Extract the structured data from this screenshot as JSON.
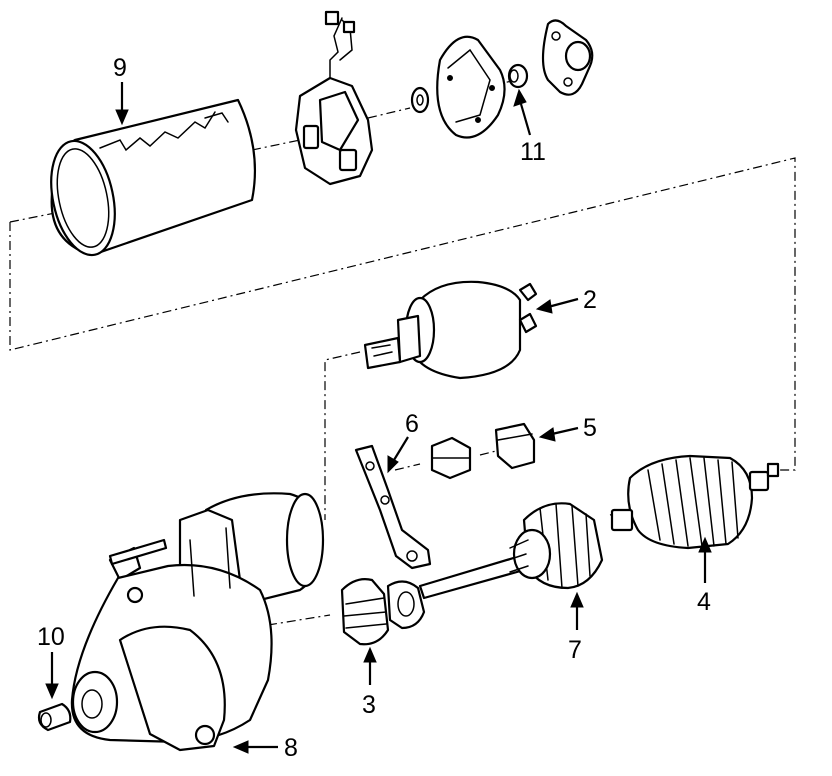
{
  "callouts": [
    {
      "id": "9",
      "label": "9"
    },
    {
      "id": "11",
      "label": "11"
    },
    {
      "id": "2",
      "label": "2"
    },
    {
      "id": "6",
      "label": "6"
    },
    {
      "id": "5",
      "label": "5"
    },
    {
      "id": "4",
      "label": "4"
    },
    {
      "id": "7",
      "label": "7"
    },
    {
      "id": "3",
      "label": "3"
    },
    {
      "id": "10",
      "label": "10"
    },
    {
      "id": "8",
      "label": "8"
    }
  ]
}
